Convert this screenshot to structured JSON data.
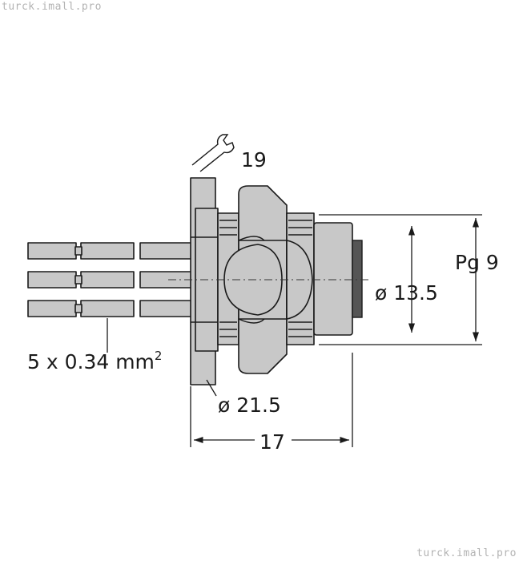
{
  "watermark": {
    "top": "turck.imall.pro",
    "bottom": "turck.imall.pro"
  },
  "labels": {
    "wrench_size": "19",
    "thread": "Pg 9",
    "inner_diameter": "ø 13.5",
    "flange_diameter": "ø 21.5",
    "length": "17",
    "wires": "5 x 0.34 mm",
    "wires_superscript": "2"
  },
  "colors": {
    "part": "#c8c8c8",
    "dark_face": "#555555",
    "line": "#1a1a1a"
  }
}
